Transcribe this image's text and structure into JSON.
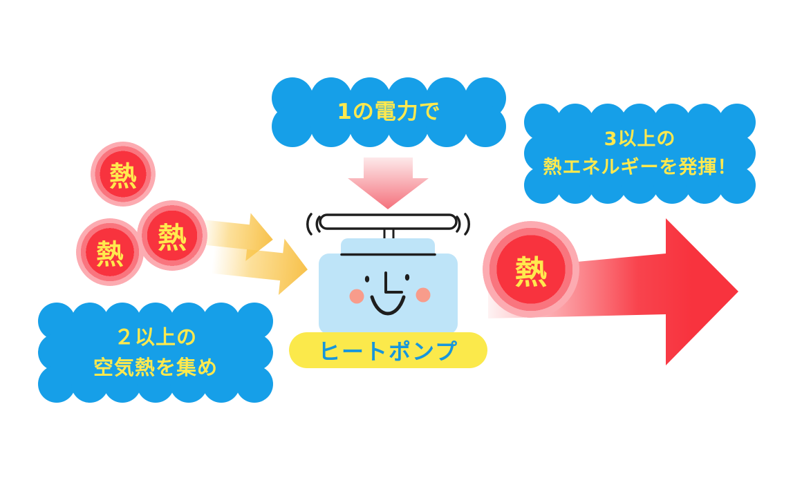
{
  "bubbles": {
    "electricity": {
      "text": "1の電力で"
    },
    "air_heat": {
      "line1": "２以上の",
      "line2": "空気熱を集め"
    },
    "output": {
      "line1": "3以上の",
      "line2": "熱エネルギーを発揮！"
    }
  },
  "heat": {
    "input": [
      "熱",
      "熱",
      "熱"
    ],
    "output": "熱"
  },
  "machine": {
    "label": "ヒートポンプ"
  },
  "colors": {
    "bubble_blue": "#169FE8",
    "bubble_text_yellow": "#FFE94E",
    "heat_red": "#F8333E",
    "arrow_yellow": "#F7C14B",
    "arrow_pink": "#F4717C",
    "arrow_red": "#F8333E",
    "pump_body_blue": "#BEE4F8",
    "label_bg_yellow": "#FBE94B",
    "label_text_blue": "#1796DC"
  }
}
